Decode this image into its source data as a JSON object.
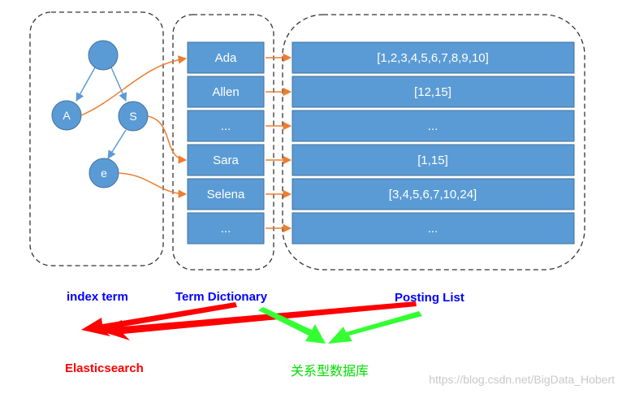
{
  "trie": {
    "nodes": [
      {
        "id": "root",
        "label": ""
      },
      {
        "id": "a",
        "label": "A"
      },
      {
        "id": "s",
        "label": "S"
      },
      {
        "id": "e",
        "label": "e"
      }
    ]
  },
  "term_dictionary": {
    "terms": [
      "Ada",
      "Allen",
      "...",
      "Sara",
      "Selena",
      "..."
    ]
  },
  "posting_list": {
    "postings": [
      "[1,2,3,4,5,6,7,8,9,10]",
      "[12,15]",
      "...",
      "[1,15]",
      "[3,4,5,6,7,10,24]",
      "..."
    ]
  },
  "legend": {
    "index_term": "index term",
    "term_dictionary": "Term Dictionary",
    "posting_list": "Posting List",
    "elasticsearch": "Elasticsearch",
    "relational_db": "关系型数据库"
  },
  "watermark": "https://blog.csdn.net/BigData_Hobert",
  "colors": {
    "node_fill": "#5B9BD5",
    "cell_fill": "#5B9BD5",
    "cell_border": "#41719C",
    "orange_arrow": "#ED7D31",
    "legend_blue": "#0000FF",
    "legend_red": "#FF0000",
    "legend_green": "#00DD00",
    "red_arrow": "#FF0000",
    "green_arrow": "#33FF33"
  }
}
